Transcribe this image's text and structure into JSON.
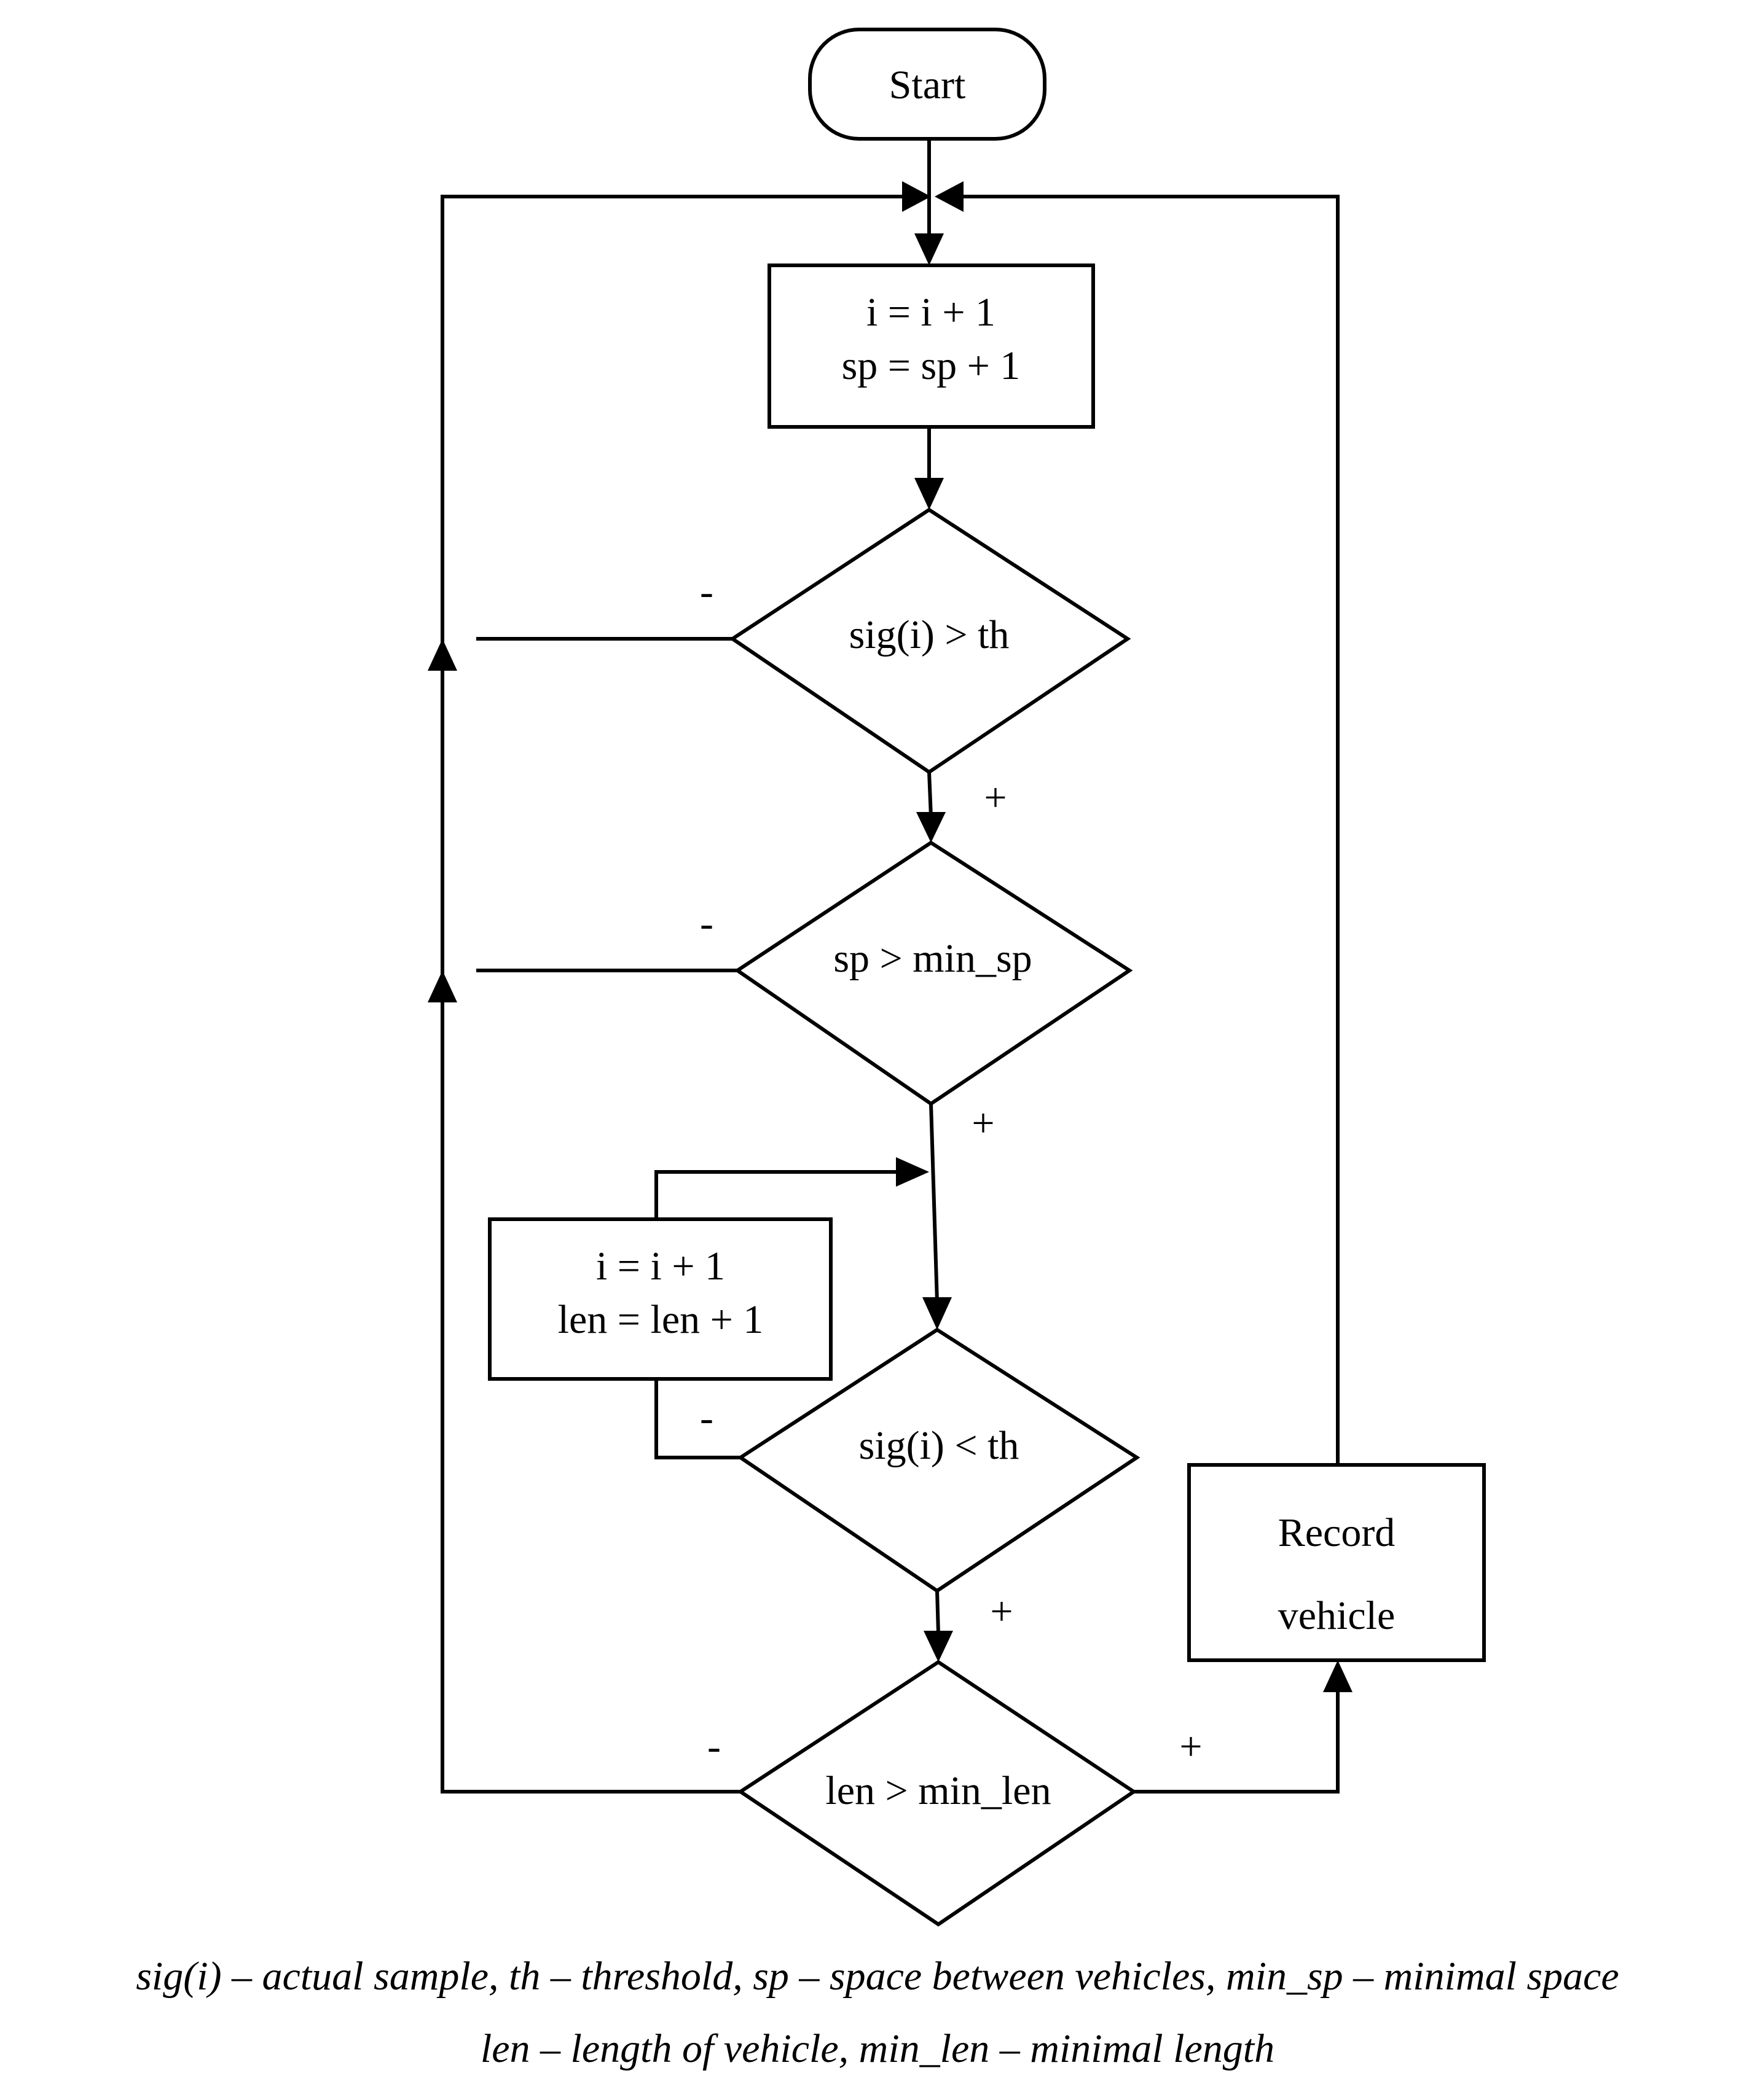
{
  "nodes": {
    "start": "Start",
    "increment_sp": [
      "i = i + 1",
      "sp = sp + 1"
    ],
    "decision_sig_gt_th": "sig(i) > th",
    "decision_sp_gt_min_sp": "sp > min_sp",
    "increment_len": [
      "i = i + 1",
      "len = len + 1"
    ],
    "decision_sig_lt_th": "sig(i) < th",
    "decision_len_gt_min_len": "len > min_len",
    "record_vehicle": [
      "Record",
      "vehicle"
    ]
  },
  "edge_labels": {
    "sig_gt_th_no": "-",
    "sig_gt_th_yes": "+",
    "sp_gt_min_sp_no": "-",
    "sp_gt_min_sp_yes": "+",
    "sig_lt_th_no": "-",
    "sig_lt_th_yes": "+",
    "len_gt_min_len_no": "-",
    "len_gt_min_len_yes": "+"
  },
  "legend": {
    "line1": "sig(i) – actual sample, th – threshold, sp – space between vehicles, min_sp – minimal space",
    "line2": "len – length of vehicle, min_len – minimal length"
  }
}
